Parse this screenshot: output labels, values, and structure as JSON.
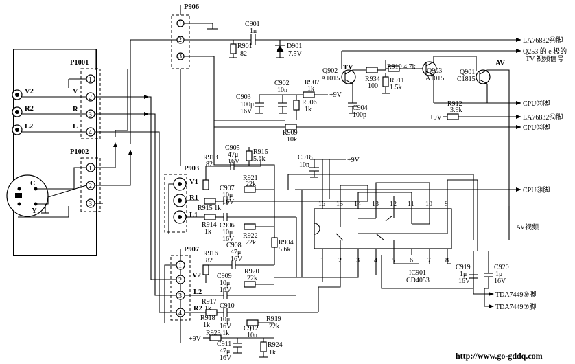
{
  "connectors": {
    "p906": "P906",
    "p1001": "P1001",
    "p1002": "P1002",
    "p903": "P903",
    "p907": "P907"
  },
  "pins": [
    "1",
    "2",
    "3",
    "4"
  ],
  "jacks": {
    "v2": "V2",
    "r2": "R2",
    "l2": "L2",
    "v1": "V1",
    "r1": "R1",
    "l1": "L1",
    "c": "C",
    "y": "Y"
  },
  "p1001_labels": {
    "v": "V",
    "r": "R",
    "l": "L"
  },
  "p907_labels": {
    "v2": "V2",
    "l2": "L2",
    "r2": "R2"
  },
  "components": {
    "c901": "C901",
    "c901v": "1n",
    "r901": "R901",
    "r901v": "82",
    "d901": "D901",
    "d901v": "7.5V",
    "q902": "Q902",
    "q902t": "A1015",
    "tv": "TV",
    "r934": "R934",
    "r934v": "100",
    "r910": "R910 4.7k",
    "r911": "R911",
    "r911v": "1.5k",
    "q903": "Q903",
    "q903t": "A1015",
    "q901": "Q901",
    "q901t": "C1815",
    "av": "AV",
    "c902": "C902",
    "c902v": "10n",
    "r907": "R907",
    "r907v": "1k",
    "c903": "C903",
    "c903v1": "100μ",
    "c903v2": "16V",
    "r906": "R906",
    "r906v": "1k",
    "c904": "C904",
    "c904v": "100p",
    "r912": "R912",
    "r912v": "3.9k",
    "r909": "R909",
    "r909v": "10k",
    "c905": "C905",
    "c905v1": "47μ",
    "c905v2": "16V",
    "r915": "R915",
    "r915v": "5.6k",
    "c918": "C918",
    "c918v": "10n",
    "r913": "R913",
    "r913v": "82",
    "c907": "C907",
    "c907v1": "10μ",
    "c907v2": "16V",
    "r921": "R921",
    "r921v": "22k",
    "r915b": "R915 1k",
    "r914": "R914",
    "r914v": "1k",
    "c906": "C906",
    "c906v1": "10μ",
    "c906v2": "16V",
    "r922": "R922",
    "r922v": "22k",
    "c908": "C908",
    "c908v1": "47μ",
    "c908v2": "16V",
    "r904": "R904",
    "r904v": "5.6k",
    "r916": "R916",
    "r916v": "82",
    "r920": "R920",
    "r920v": "22k",
    "c909": "C909",
    "c909v1": "10μ",
    "c909v2": "16V",
    "r917": "R917",
    "r917v": "1k",
    "c910": "C910",
    "c910v1": "10μ",
    "c910v2": "16V",
    "r918": "R918",
    "r918v": "1k",
    "r919": "R919",
    "r919v": "22k",
    "c912": "C912",
    "c912v": "10n",
    "r923": "R923 1k",
    "c911": "C911",
    "c911v1": "47μ",
    "c911v2": "16V",
    "r924": "R924",
    "r924v": "1k",
    "c919": "C919",
    "c919v1": "1μ",
    "c919v2": "16V",
    "c920": "C920",
    "c920v1": "1μ",
    "c920v2": "16V",
    "ic901": "IC901",
    "ic901t": "CD4053"
  },
  "ic_pins_top": [
    "16",
    "15",
    "14",
    "13",
    "12",
    "11",
    "10",
    "9"
  ],
  "ic_pins_bottom": [
    "1",
    "2",
    "3",
    "4",
    "5",
    "6",
    "7",
    "8"
  ],
  "supply": "+9V",
  "signals": {
    "la76832_44": "LA76832㊹脚",
    "q253_line1": "Q253 的 e 极的",
    "q253_line2": "TV 视频信号",
    "cpu37": "CPU㊲脚",
    "la76832_42": "LA76832㊷脚",
    "cpu32": "CPU㉜脚",
    "cpu38": "CPU㊳脚",
    "av_video": "AV视频",
    "tda7449_8": "TDA7449⑧脚",
    "tda7449_7": "TDA7449⑦脚"
  },
  "watermark": "http://www.go-gddq.com"
}
